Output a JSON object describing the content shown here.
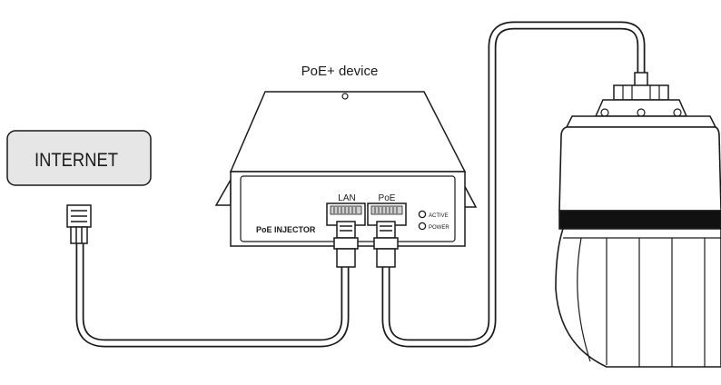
{
  "labels": {
    "device_title": "PoE+ device",
    "internet": "INTERNET",
    "injector_name": "PoE INJECTOR",
    "port_lan": "LAN",
    "port_poe": "PoE",
    "led_active": "ACTIVE",
    "led_power": "POWER"
  },
  "colors": {
    "stroke": "#1a1a1a",
    "internet_fill": "#e6e6e6",
    "cable_fill": "#ffffff",
    "camera_band": "#111111"
  }
}
